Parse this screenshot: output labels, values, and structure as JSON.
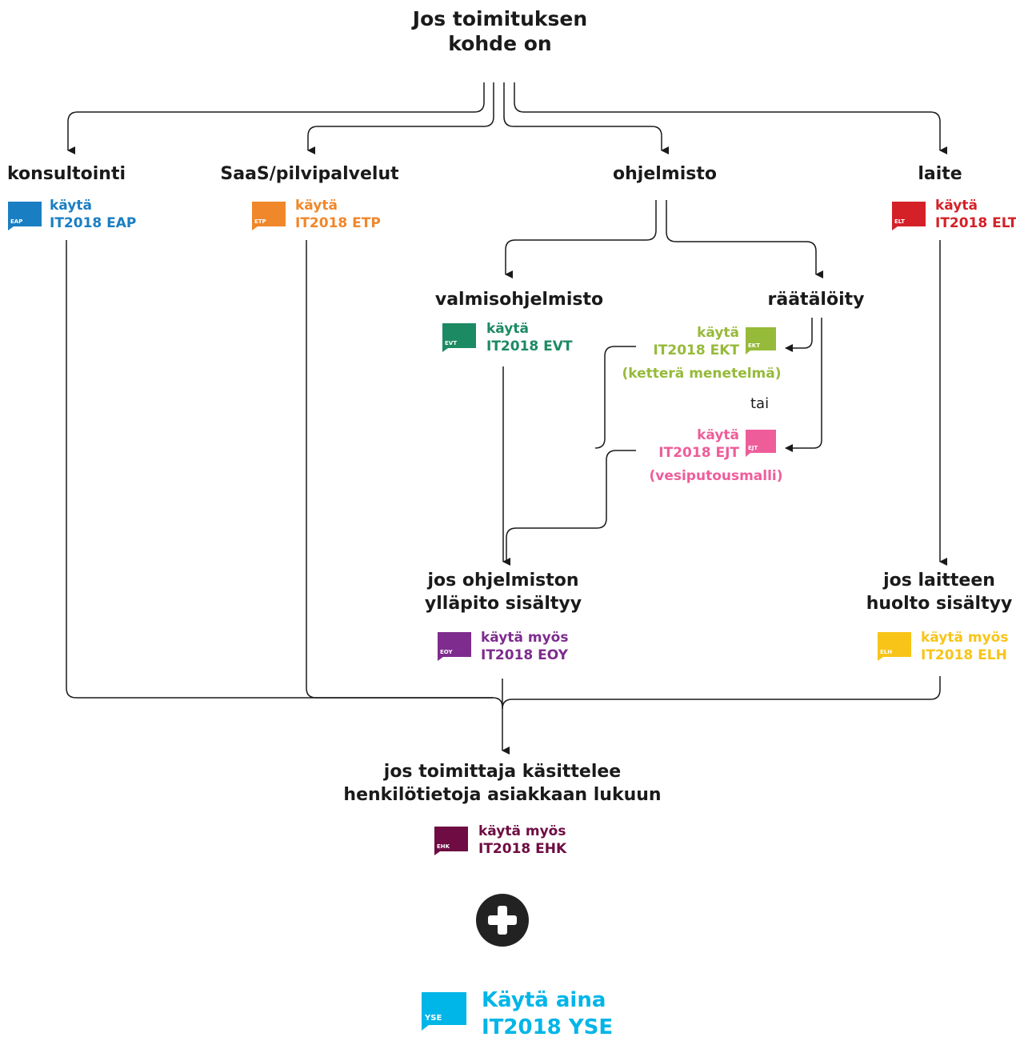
{
  "title": [
    "Jos toimituksen",
    "kohde on"
  ],
  "categories": {
    "consulting": "konsultointi",
    "saas": "SaaS/pilvipalvelut",
    "software": "ohjelmisto",
    "device": "laite"
  },
  "software_types": {
    "ready": "valmisohjelmisto",
    "custom": "räätälöity"
  },
  "or_label": "tai",
  "maintenance": [
    "jos ohjelmiston",
    "ylläpito sisältyy"
  ],
  "service": [
    "jos laitteen",
    "huolto sisältyy"
  ],
  "personal_data": [
    "jos toimittaja käsittelee",
    "henkilötietoja asiakkaan lukuun"
  ],
  "badges": {
    "eap": {
      "code": "EAP",
      "line1": "käytä",
      "line2": "IT2018 EAP",
      "color": "#1a7ec2"
    },
    "etp": {
      "code": "ETP",
      "line1": "käytä",
      "line2": "IT2018 ETP",
      "color": "#f0872a"
    },
    "elt": {
      "code": "ELT",
      "line1": "käytä",
      "line2": "IT2018 ELT",
      "color": "#d42128"
    },
    "evt": {
      "code": "EVT",
      "line1": "käytä",
      "line2": "IT2018 EVT",
      "color": "#1c8a63"
    },
    "ekt": {
      "code": "EKT",
      "line1": "käytä",
      "line2": "IT2018 EKT",
      "line3": "(ketterä menetelmä)",
      "color": "#96ba3a"
    },
    "ejt": {
      "code": "EJT",
      "line1": "käytä",
      "line2": "IT2018 EJT",
      "line3": "(vesiputousmalli)",
      "color": "#ee5d9a"
    },
    "eoy": {
      "code": "EOY",
      "line1": "käytä myös",
      "line2": "IT2018 EOY",
      "color": "#7e2c8e"
    },
    "elh": {
      "code": "ELH",
      "line1": "käytä myös",
      "line2": "IT2018 ELH",
      "color": "#f8c417"
    },
    "ehk": {
      "code": "EHK",
      "line1": "käytä myös",
      "line2": "IT2018 EHK",
      "color": "#6e0c43"
    },
    "yse": {
      "code": "YSE",
      "line1": "Käytä aina",
      "line2": "IT2018 YSE",
      "color": "#00b5e8"
    }
  },
  "plus_icon": "plus-circle-icon"
}
